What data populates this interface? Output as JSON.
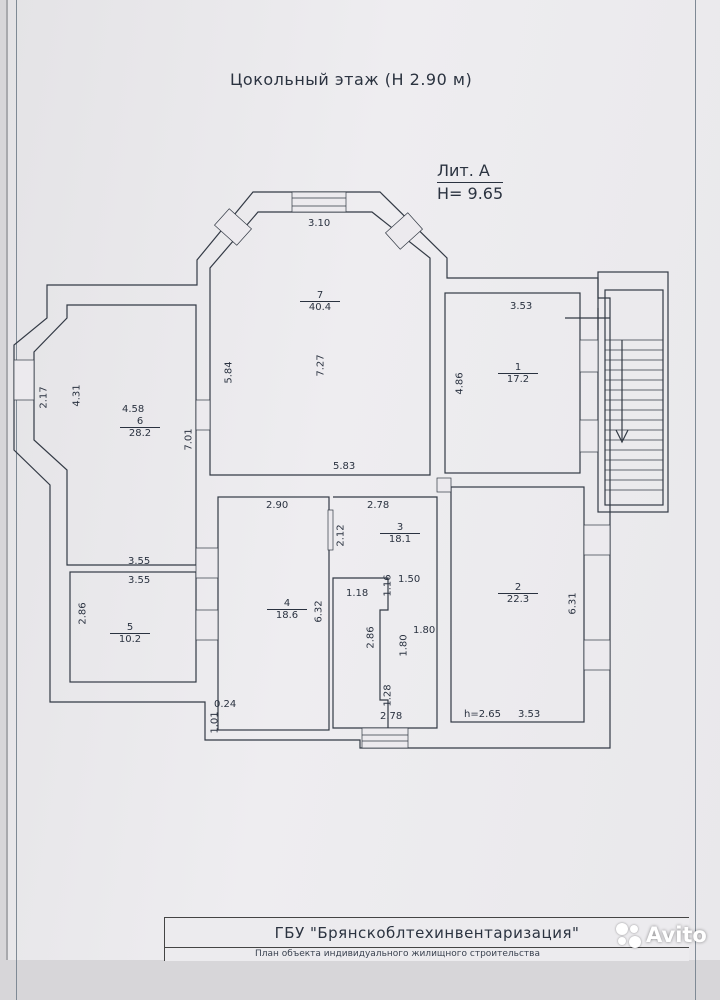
{
  "title": "Цокольный этаж (Н 2.90 м)",
  "lit": {
    "label": "Лит. А",
    "height": "Н= 9.65"
  },
  "rooms": [
    {
      "num": "1",
      "area": "17.2"
    },
    {
      "num": "2",
      "area": "22.3"
    },
    {
      "num": "3",
      "area": "18.1"
    },
    {
      "num": "4",
      "area": "18.6"
    },
    {
      "num": "5",
      "area": "10.2"
    },
    {
      "num": "6",
      "area": "28.2"
    },
    {
      "num": "7",
      "area": "40.4"
    }
  ],
  "dims": {
    "d310": "3.10",
    "d584": "5.84",
    "d727": "7.27",
    "d583": "5.83",
    "d353a": "3.53",
    "d486": "4.86",
    "d217": "2.17",
    "d431": "4.31",
    "d458": "4.58",
    "d701": "7.01",
    "d290": "2.90",
    "d278a": "2.78",
    "d212": "2.12",
    "d355a": "3.55",
    "d355b": "3.55",
    "d286a": "2.86",
    "d632": "6.32",
    "d118": "1.18",
    "d116": "1.16",
    "d150": "1.50",
    "d286b": "2.86",
    "d180a": "1.80",
    "d180b": "1.80",
    "d128": "1.28",
    "d278b": "2.78",
    "d024": "0.24",
    "d101": "1.01",
    "d631": "6.31",
    "h265": "h=2.65",
    "d353b": "3.53"
  },
  "footer": {
    "org": "ГБУ \"Брянскоблтехинвентаризация\"",
    "subtitle": "План объекта индивидуального жилищного строительства"
  },
  "watermark": {
    "brand": "Avito"
  }
}
